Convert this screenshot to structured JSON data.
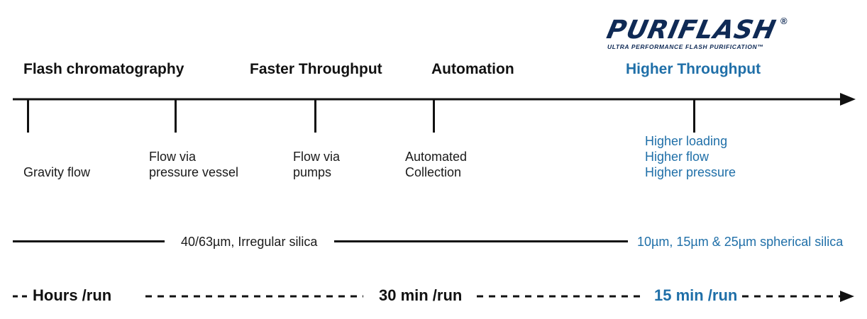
{
  "logo": {
    "brand": "PURIFLASH",
    "registered": "®",
    "tagline": "ULTRA PERFORMANCE FLASH PURIFICATION™"
  },
  "phases": [
    "Flash chromatography",
    "Faster Throughput",
    "Automation",
    "Higher Throughput"
  ],
  "events": {
    "gravity": [
      "Gravity flow"
    ],
    "pressure_vessel": [
      "Flow via",
      "pressure vessel"
    ],
    "pumps": [
      "Flow via",
      "pumps"
    ],
    "automated": [
      "Automated",
      "Collection"
    ],
    "puriflash": [
      "Higher loading",
      "Higher flow",
      "Higher pressure"
    ]
  },
  "silica": {
    "irregular": "40/63µm, Irregular silica",
    "spherical": "10µm, 15µm & 25µm spherical silica"
  },
  "run_times": {
    "hours": "Hours /run",
    "thirty": "30 min /run",
    "fifteen": "15 min /run"
  },
  "colors": {
    "accent_blue": "#1f6fa8",
    "logo_navy": "#0f2a55",
    "line": "#111111"
  }
}
